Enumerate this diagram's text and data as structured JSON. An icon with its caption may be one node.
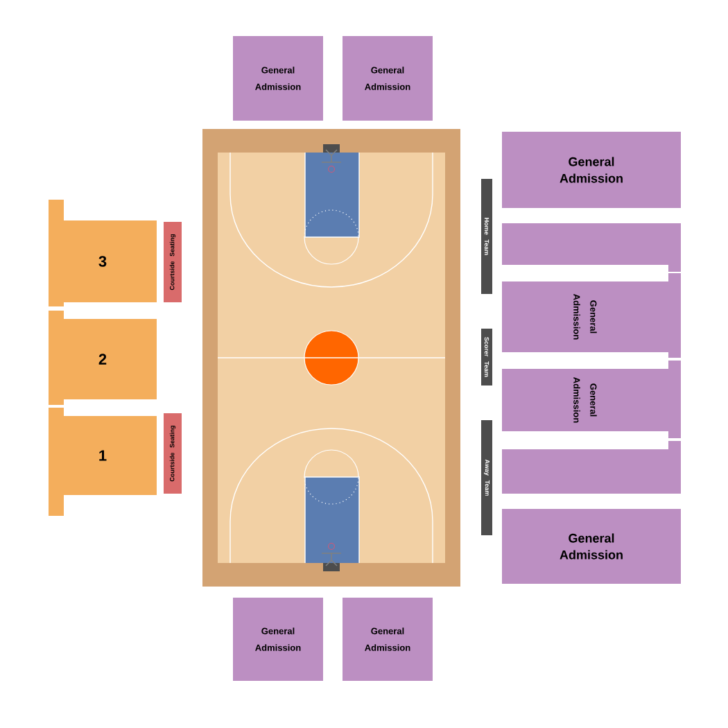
{
  "diagram": {
    "nodes": [
      {
        "text": [
          "General Admission"
        ]
      },
      {
        "text": [
          "General Admission"
        ]
      },
      {
        "text": [
          "3"
        ]
      },
      {
        "text": [
          "Courtside Seating"
        ]
      },
      {
        "text": [
          "2"
        ]
      },
      {
        "text": [
          "1"
        ]
      },
      {
        "text": [
          "Courtside Seating"
        ]
      },
      {
        "text": [
          "Home Team"
        ]
      },
      {
        "text": [
          "Scorer Team"
        ]
      },
      {
        "text": [
          "Away Team"
        ]
      },
      {
        "text": [
          "General Admission"
        ]
      },
      {
        "text": [],
        "shape": "box"
      },
      {
        "text": [
          "General Admission"
        ]
      },
      {
        "text": [
          "General Admission"
        ]
      },
      {
        "text": [],
        "shape": "box"
      },
      {
        "text": [
          "General Admission"
        ]
      },
      {
        "text": [
          "General Admission"
        ]
      },
      {
        "text": [
          "General Admission"
        ]
      }
    ]
  }
}
